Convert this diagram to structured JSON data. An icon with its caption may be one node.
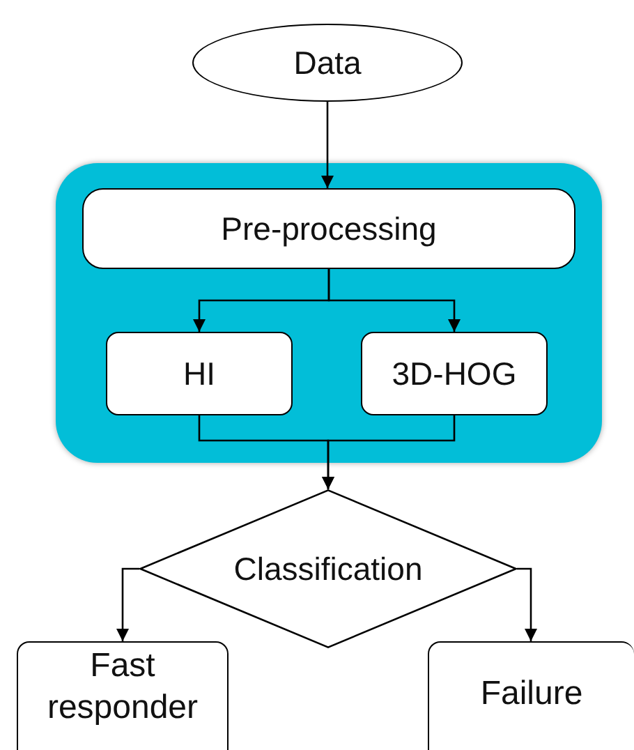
{
  "diagram": {
    "nodes": [
      {
        "text": [
          "Data"
        ]
      },
      {
        "text": [],
        "shape": "box"
      },
      {
        "text": [
          "Pre-processing"
        ],
        "in": 1
      },
      {
        "text": [
          "HI"
        ],
        "in": 1
      },
      {
        "text": [
          "3D-HOG"
        ],
        "in": 1
      },
      {
        "text": [
          "Classification"
        ]
      },
      {
        "text": [
          "Fast responder"
        ]
      },
      {
        "text": [
          "Failure"
        ]
      }
    ],
    "edges": [
      {
        "from": 0,
        "to": 2,
        "arrow": "to"
      },
      {
        "from": 2,
        "to": 3,
        "arrow": "to"
      },
      {
        "from": 2,
        "to": 4,
        "arrow": "to"
      },
      {
        "from": 3,
        "to": 5,
        "arrow": "to"
      },
      {
        "from": 4,
        "to": 5,
        "arrow": "to"
      },
      {
        "from": 5,
        "to": 6,
        "arrow": "to"
      },
      {
        "from": 5,
        "to": 7,
        "arrow": "to"
      }
    ]
  }
}
